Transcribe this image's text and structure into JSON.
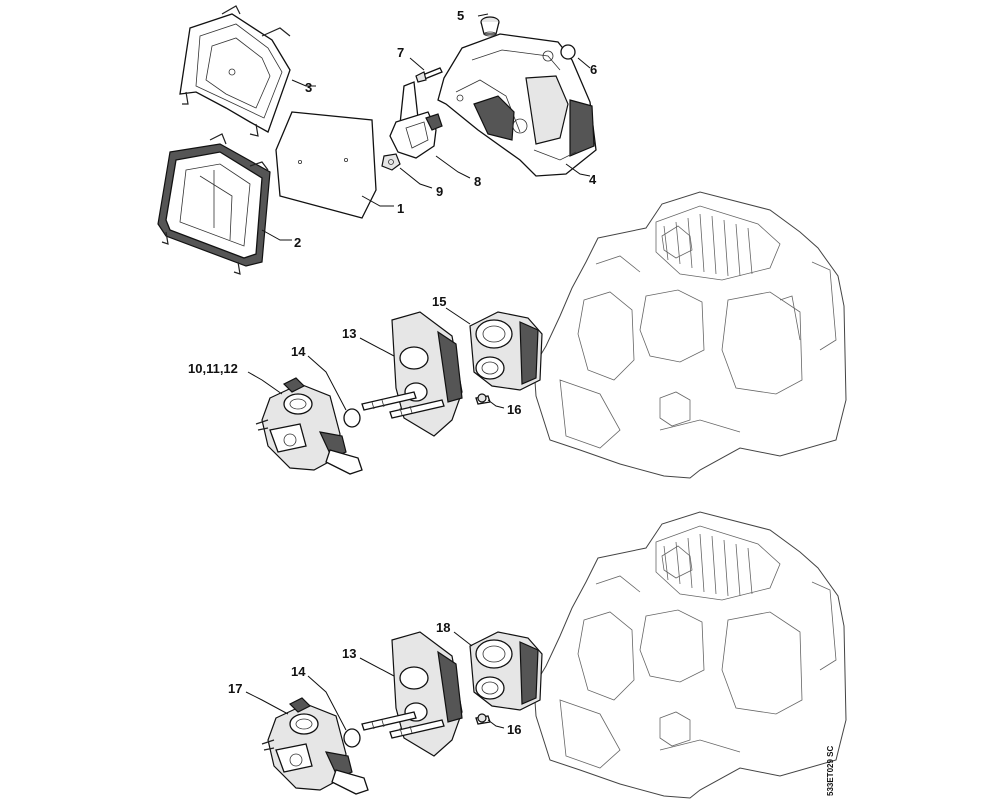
{
  "diagram": {
    "drawing_code": "533ET029 SC",
    "callouts": [
      "1",
      "2",
      "3",
      "4",
      "5",
      "6",
      "7",
      "8",
      "9",
      "10,11,12",
      "13",
      "14",
      "15",
      "16",
      "17",
      "18"
    ]
  },
  "groups": {
    "top": {
      "labels": {
        "l1": "1",
        "l2": "2",
        "l3": "3",
        "l4": "4",
        "l5": "5",
        "l6": "6",
        "l7": "7",
        "l8": "8",
        "l9": "9"
      }
    },
    "middle": {
      "labels": {
        "l10": "10,11,12",
        "l13": "13",
        "l14": "14",
        "l15": "15",
        "l16": "16"
      }
    },
    "bottom": {
      "labels": {
        "l17": "17",
        "l13": "13",
        "l14": "14",
        "l18": "18",
        "l16": "16"
      }
    }
  }
}
